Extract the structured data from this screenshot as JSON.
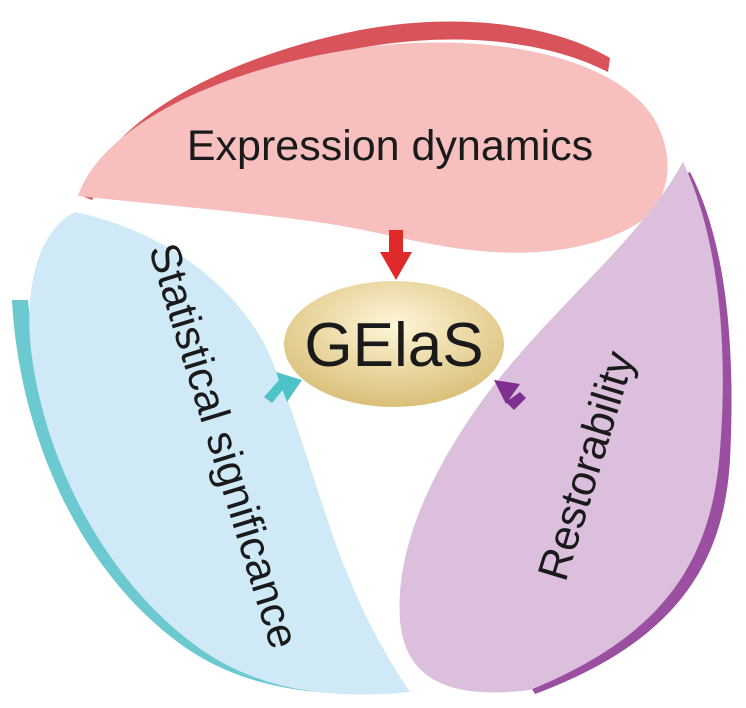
{
  "center": {
    "label": "GElaS",
    "color": "#e8d9a0"
  },
  "petals": [
    {
      "id": "expression",
      "label": "Expression dynamics",
      "fill": "#f8bfbf",
      "edge": "#d9545a",
      "arrow": "#e02a2a"
    },
    {
      "id": "statistical",
      "label": "Statistical significance",
      "fill": "#cfe9f7",
      "edge": "#6cc9cf",
      "arrow": "#4dc3c9"
    },
    {
      "id": "restorability",
      "label": "Restorability",
      "fill": "#dbbfdc",
      "edge": "#9a4fa0",
      "arrow": "#7f2f8f"
    }
  ]
}
